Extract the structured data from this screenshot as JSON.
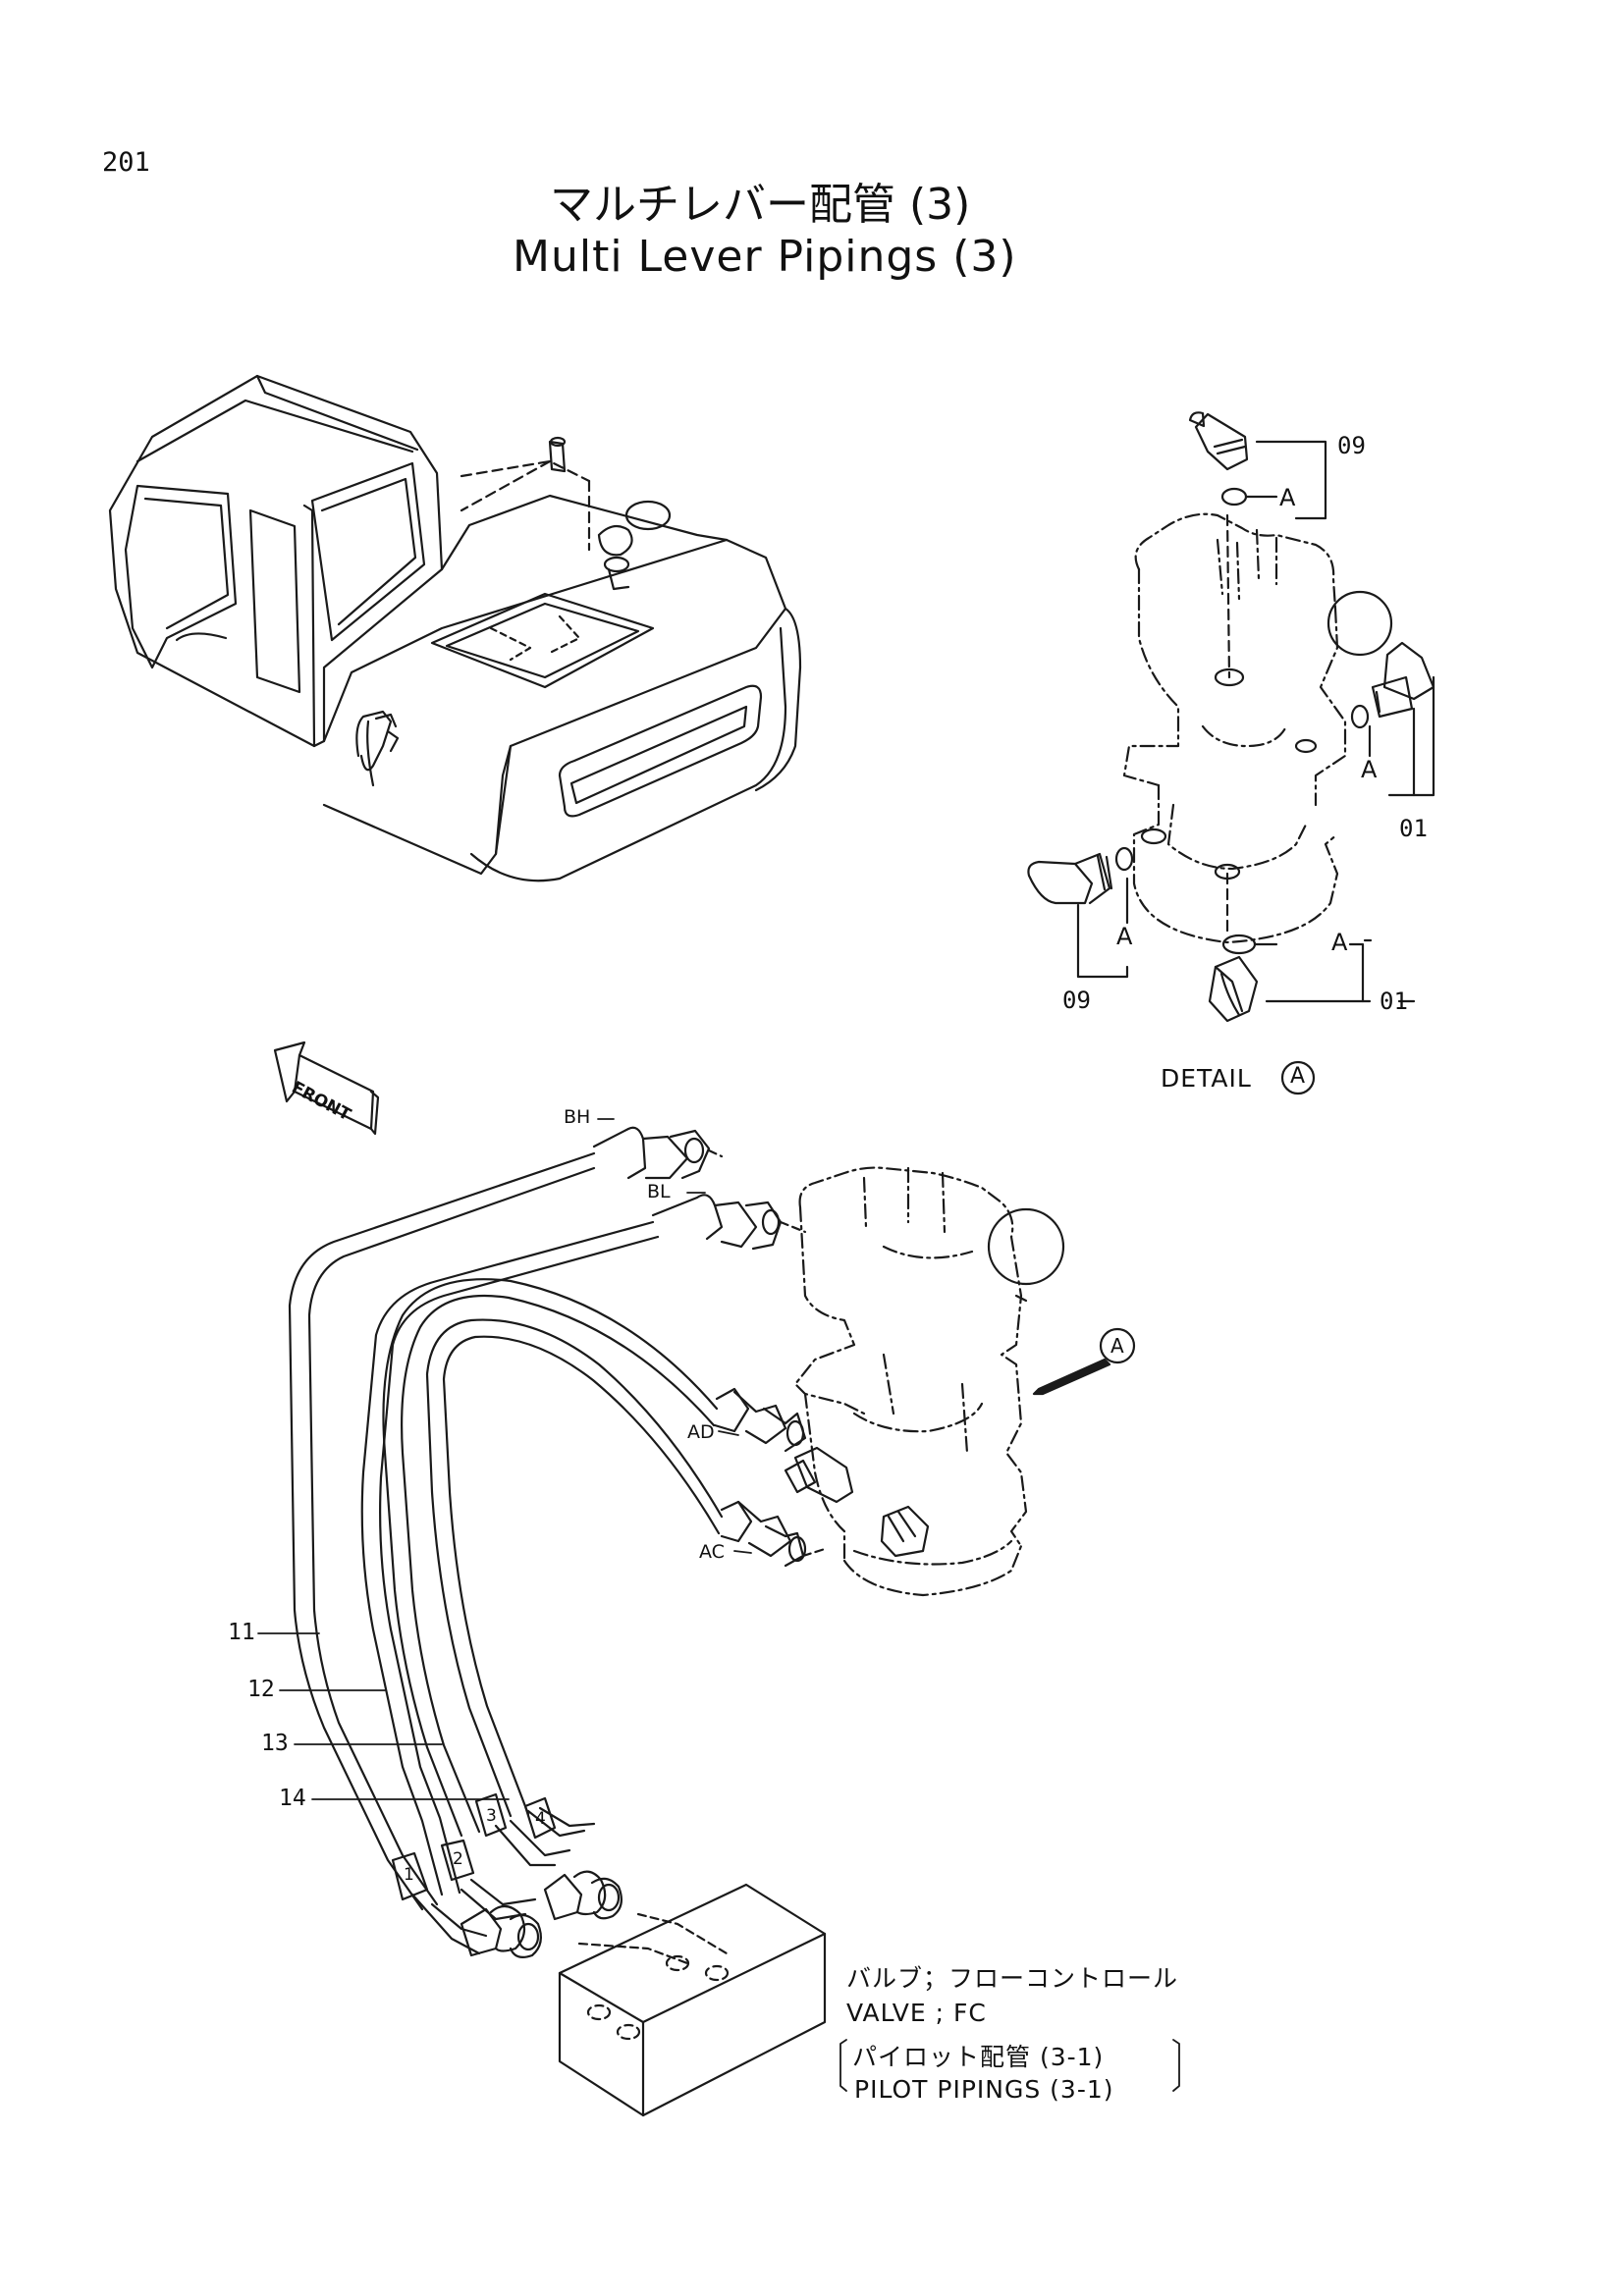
{
  "page_number": "201",
  "title_jp": "マルチレバー配管 (3)",
  "title_en": "Multi Lever Pipings (3)",
  "front_label": "FRONT",
  "detail": {
    "label": "DETAIL",
    "ref": "A"
  },
  "callout_ref": "A",
  "detail_parts": {
    "elbow_top": "09",
    "elbow_right": "01",
    "elbow_left": "09",
    "elbow_bottom": "01",
    "seal": "A"
  },
  "ports": {
    "bh": "BH",
    "bl": "BL",
    "ad": "AD",
    "ac": "AC"
  },
  "hoses": [
    "11",
    "12",
    "13",
    "14"
  ],
  "hose_tags": [
    "1",
    "2",
    "3",
    "4"
  ],
  "notes": {
    "valve_jp": "バルブ；フローコントロール",
    "valve_en": "VALVE ; FC",
    "pilot_jp": "パイロット配管 (3-1)",
    "pilot_en": "PILOT PIPINGS (3-1)"
  }
}
